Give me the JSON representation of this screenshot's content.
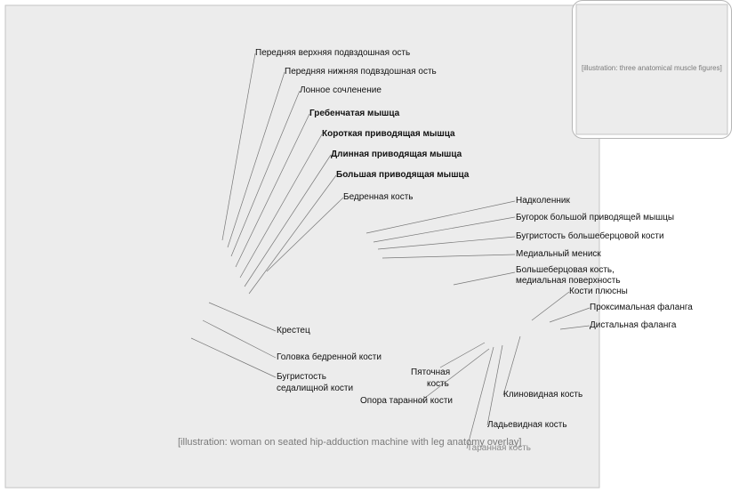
{
  "illustration": {
    "main_placeholder": "[illustration: woman on seated hip-adduction machine with leg anatomy overlay]",
    "inset_placeholder": "[illustration: three anatomical muscle figures]"
  },
  "labels": {
    "asis": "Передняя верхняя подвздошная ость",
    "aiis": "Передняя нижняя подвздошная ость",
    "pubic_symphysis": "Лонное сочленение",
    "pectineus": "Гребенчатая мышца",
    "adductor_brevis": "Короткая приводящая мышца",
    "adductor_longus": "Длинная приводящая мышца",
    "adductor_magnus": "Большая приводящая мышца",
    "femur": "Бедренная кость",
    "patella": "Надколенник",
    "adductor_tubercle": "Бугорок большой приводящей мышцы",
    "tibial_tuberosity": "Бугристость большеберцовой кости",
    "medial_meniscus": "Медиальный мениск",
    "tibia_line1": "Большеберцовая кость,",
    "tibia_line2": "медиальная поверхность",
    "metatarsals": "Кости плюсны",
    "proximal_phalanx": "Проксимальная фаланга",
    "distal_phalanx": "Дистальная фаланга",
    "sacrum": "Крестец",
    "femoral_head": "Головка бедренной кости",
    "ischial_line1": "Бугристость",
    "ischial_line2": "седалищной кости",
    "calcaneus_line1": "Пяточная",
    "calcaneus_line2": "кость",
    "sustentaculum": "Опора таранной кости",
    "cuneiform": "Клиновидная кость",
    "navicular": "Ладьевидная кость",
    "talus": "Таранная кость"
  }
}
